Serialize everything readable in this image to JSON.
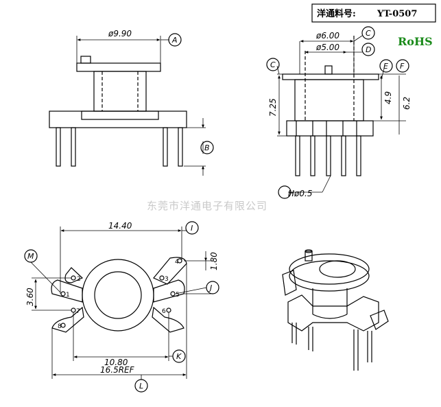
{
  "header": {
    "part_label": "洋通料号:",
    "part_number": "YT-0507",
    "rohs": "RoHS"
  },
  "watermark": "东莞市洋通电子有限公司",
  "front_view": {
    "width_dim": "ø9.90",
    "callout_a": "A",
    "callout_b": "B"
  },
  "side_view": {
    "outer_dim": "ø6.00",
    "inner_dim": "ø5.00",
    "height_total": "7.25",
    "height_a": "4.9",
    "height_b": "6.2",
    "pin_dim": "Hø0.5",
    "callout_c1": "C",
    "callout_c2": "C",
    "callout_d": "D",
    "callout_e": "E",
    "callout_f": "F"
  },
  "bottom_view": {
    "width_dim": "14.40",
    "pin_pitch_dim": "1.80",
    "row_dim": "3.60",
    "span_dim": "10.80",
    "overall_dim": "16.5REF",
    "callout_i": "I",
    "callout_j": "J",
    "callout_k": "K",
    "callout_l": "L",
    "callout_m": "M",
    "pins": [
      "1",
      "2",
      "3",
      "4",
      "5",
      "6",
      "7",
      "8"
    ]
  }
}
